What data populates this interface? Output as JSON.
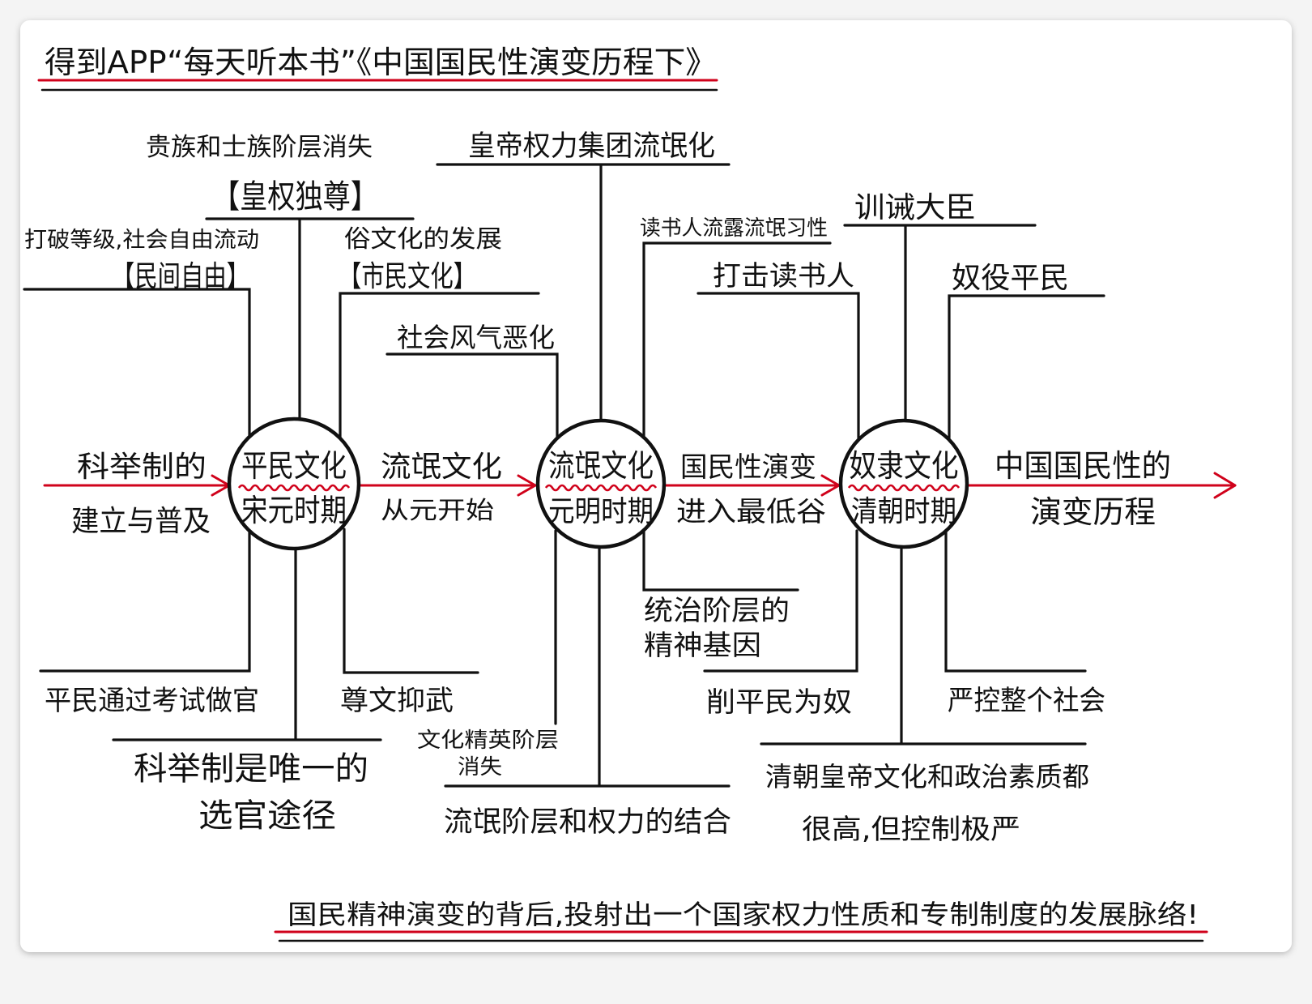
{
  "title": "得到APP“每天听本书”《中国国民性演变历程下》",
  "start_label": {
    "line1": "科举制的",
    "line2": "建立与普及"
  },
  "end_label": {
    "line1": "中国国民性的",
    "line2": "演变历程"
  },
  "transitions": [
    {
      "above": "流氓文化",
      "below": "从元开始"
    },
    {
      "above": "国民性演变",
      "below": "进入最低谷"
    }
  ],
  "stages": [
    {
      "name": "平民文化",
      "period": "宋元时期",
      "branches": {
        "top_left": {
          "caption": "打破等级,社会自由流动",
          "label": "【民间自由】"
        },
        "top_middle": {
          "caption": "贵族和士族阶层消失",
          "label": "【皇权独尊】"
        },
        "top_right": {
          "caption": "俗文化的发展",
          "label": "【市民文化】"
        },
        "bottom_left": "平民通过考试做官",
        "bottom_middle": [
          "科举制是唯一的",
          "选官途径"
        ],
        "bottom_right": "尊文抑武"
      }
    },
    {
      "name": "流氓文化",
      "period": "元明时期",
      "branches": {
        "top_left": "社会风气恶化",
        "top_middle": "皇帝权力集团流氓化",
        "top_right": "读书人流露流氓习性",
        "bottom_left": [
          "文化精英阶层",
          "消失"
        ],
        "bottom_middle": "流氓阶层和权力的结合",
        "bottom_right": [
          "统治阶层的",
          "精神基因"
        ]
      }
    },
    {
      "name": "奴隶文化",
      "period": "清朝时期",
      "branches": {
        "top_left": "打击读书人",
        "top_middle": "训诫大臣",
        "top_right": "奴役平民",
        "bottom_left": "削平民为奴",
        "bottom_middle": [
          "清朝皇帝文化和政治素质都",
          "很高,但控制极严"
        ],
        "bottom_right": "严控整个社会"
      }
    }
  ],
  "footer": "国民精神演变的背后,投射出一个国家权力性质和专制制度的发展脉络!",
  "colors": {
    "ink": "#111111",
    "accent": "#d0021b",
    "paper": "#ffffff"
  }
}
